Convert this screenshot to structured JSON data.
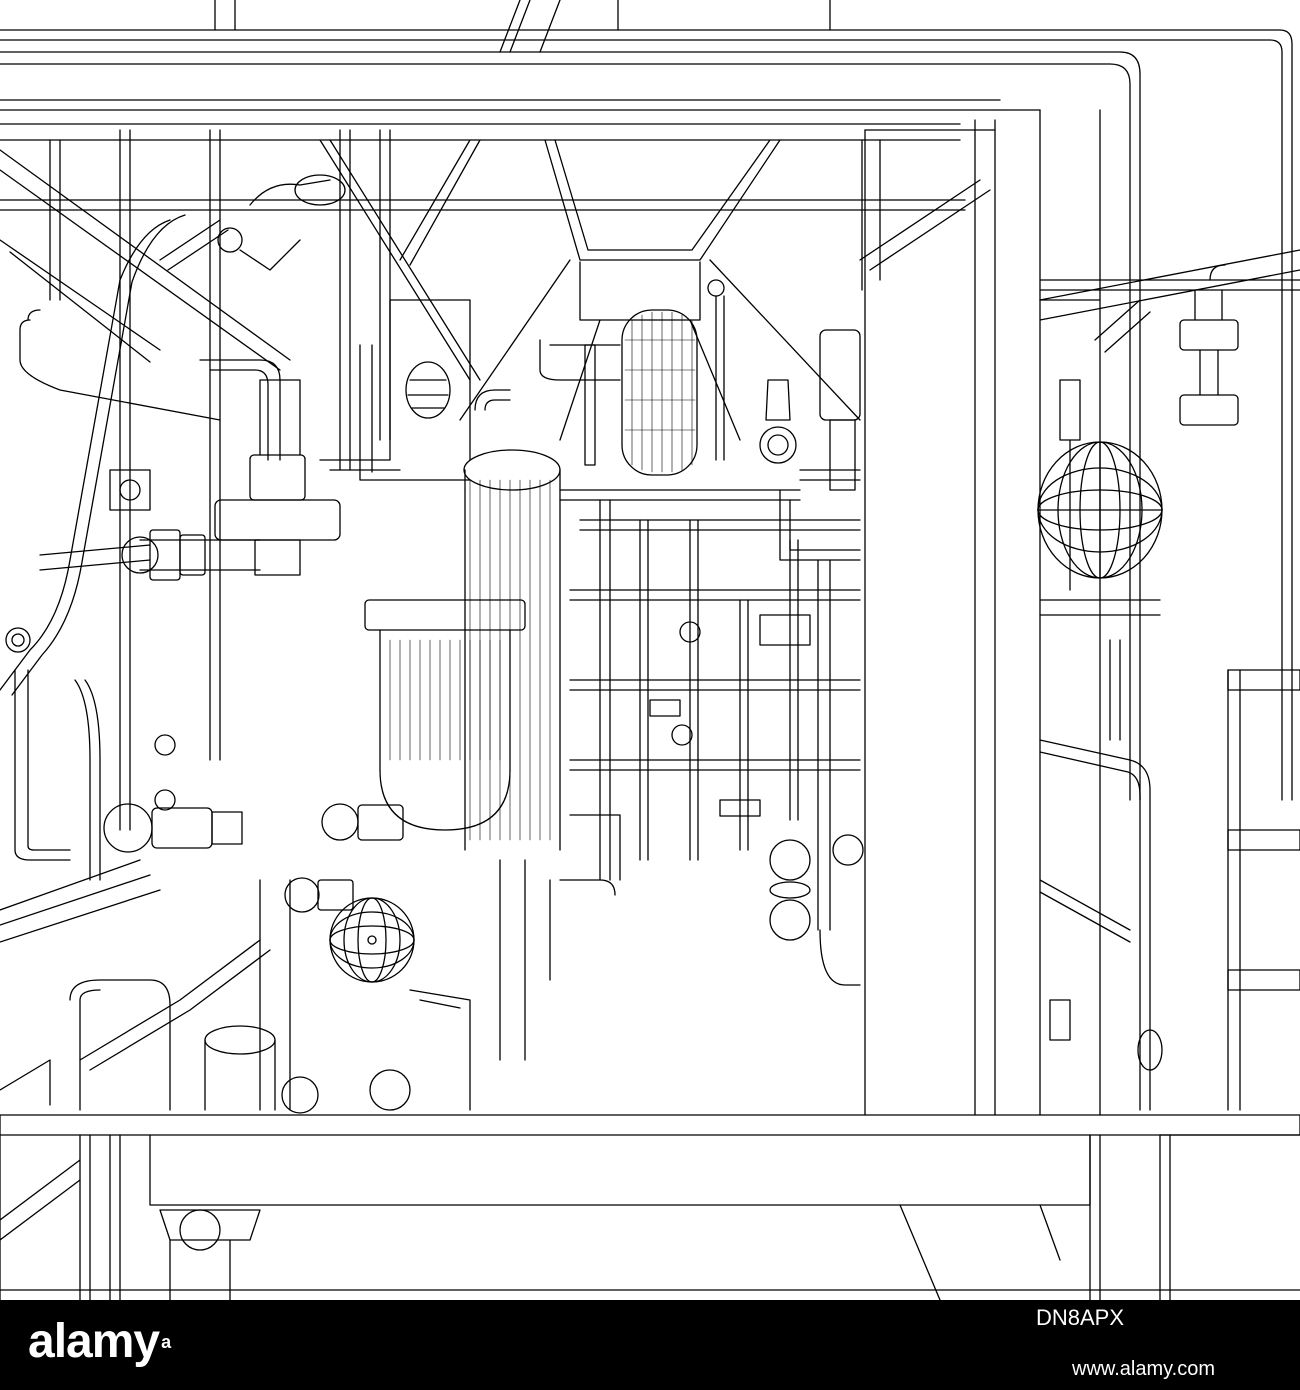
{
  "footer": {
    "brand": "alamy",
    "brand_mark": "a",
    "image_id": "DN8APX",
    "url": "www.alamy.com"
  },
  "colors": {
    "line": "#000000",
    "background": "#ffffff",
    "footer_background": "#000000",
    "footer_text": "#ffffff"
  }
}
